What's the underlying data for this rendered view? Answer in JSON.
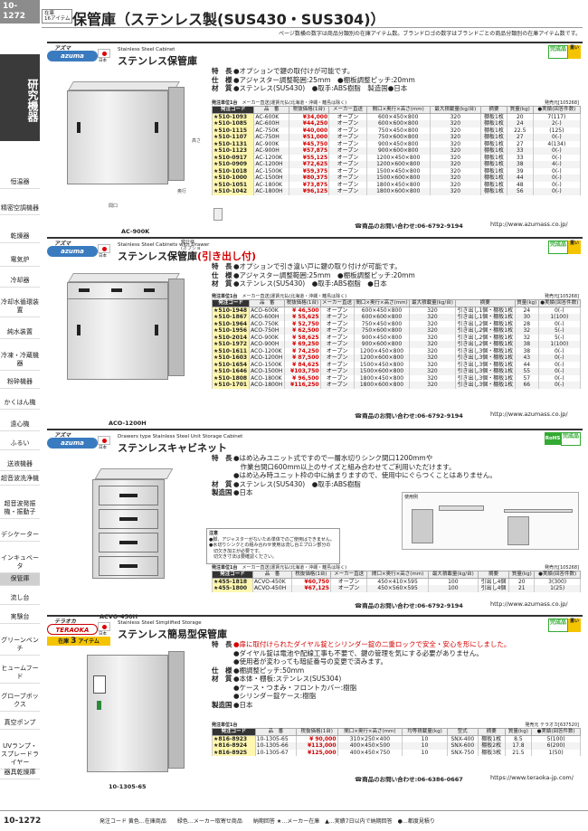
{
  "page": {
    "tab": "10-1272",
    "badge_line1": "在庫",
    "badge_line2": "16アイテム",
    "title": "保管庫（ステンレス製(SUS430・SUS304)）",
    "note": "ページ数横の数字は商品分類別の在庫アイテム数。ブランドロゴの数字はブランドごとの商品分類別の在庫アイテム数です。"
  },
  "sidebar": {
    "main": "研究機器",
    "items": [
      "恒温器",
      "精密空調機器",
      "乾燥器",
      "電気炉",
      "冷却器",
      "冷却水循環装置",
      "純水装置",
      "冷凍・冷蔵機器",
      "粉砕機器",
      "かくはん機",
      "遠心機",
      "ふるい",
      "送液機器",
      "超音波洗浄機",
      "超音波発振機・振動子",
      "デシケーター",
      "インキュベータ",
      "保管庫",
      "流し台",
      "実験台",
      "グリーンベンチ",
      "ヒュームフード",
      "グローブボックス",
      "真空ポンプ",
      "UVランプ・スプレードライヤー",
      "器具乾燥庫"
    ]
  },
  "sec1": {
    "maker": "アズマ",
    "logo": "azuma",
    "flag_label": "日本",
    "eng": "Stainless Steel Cabinet",
    "name": "ステンレス保管庫",
    "kansei": "完成品",
    "heavy": "重い",
    "model": "AC-900K",
    "dim_w": "間口",
    "dim_d": "奥行",
    "dim_h": "高さ",
    "key_label": "鍵仕様",
    "key_sub": "(オプション)",
    "specs": [
      [
        "特　長",
        "●オプションで鍵の取付けが可能です。"
      ],
      [
        "仕　様",
        "●アジャスター調整範囲:25mm　●棚板調整ピッチ:20mm"
      ],
      [
        "材　質",
        "●ステンレス(SUS430)　●取手:ABS樹脂　製造国●日本"
      ]
    ],
    "unit": "発注単位1台",
    "maker_price": "メーカー直送",
    "delivery": "運賃元払",
    "delivery_note": "(北海道・沖縄・離島は除く)",
    "dealer": "発売元[105268]",
    "cols": [
      "発注コード",
      "品　番",
      "税抜価格(1台)",
      "メーカー直送",
      "間口×奥行×高さ(mm)",
      "最大積載量(kg/台)",
      "摘要",
      "質量(kg)",
      "●実績(回答件数)"
    ],
    "rows": [
      [
        "510-1093",
        "AC-600K",
        "¥34,000",
        "オープン",
        "600×450×800",
        "320",
        "棚板1枚",
        "20",
        "7(117)"
      ],
      [
        "510-1085",
        "AC-600H",
        "¥44,250",
        "オープン",
        "600×600×800",
        "320",
        "棚板1枚",
        "24",
        "2(-)"
      ],
      [
        "510-1115",
        "AC-750K",
        "¥40,000",
        "オープン",
        "750×450×800",
        "320",
        "棚板1枚",
        "22.5",
        "(125)"
      ],
      [
        "510-1107",
        "AC-750H",
        "¥51,000",
        "オープン",
        "750×600×800",
        "320",
        "棚板1枚",
        "27",
        "0(-)"
      ],
      [
        "510-1131",
        "AC-900K",
        "¥45,750",
        "オープン",
        "900×450×800",
        "320",
        "棚板1枚",
        "27",
        "4(134)"
      ],
      [
        "510-1123",
        "AC-900H",
        "¥57,875",
        "オープン",
        "900×600×800",
        "320",
        "棚板1枚",
        "33",
        "0(-)"
      ],
      [
        "510-0917",
        "AC-1200K",
        "¥55,125",
        "オープン",
        "1200×450×800",
        "320",
        "棚板1枚",
        "33",
        "0(-)"
      ],
      [
        "510-0909",
        "AC-1200H",
        "¥72,625",
        "オープン",
        "1200×600×800",
        "320",
        "棚板1枚",
        "38",
        "4(-)"
      ],
      [
        "510-1018",
        "AC-1500K",
        "¥59,375",
        "オープン",
        "1500×450×800",
        "320",
        "棚板1枚",
        "39",
        "0(-)"
      ],
      [
        "510-1000",
        "AC-1500H",
        "¥80,375",
        "オープン",
        "1500×600×800",
        "320",
        "棚板1枚",
        "44",
        "0(-)"
      ],
      [
        "510-1051",
        "AC-1800K",
        "¥73,875",
        "オープン",
        "1800×450×800",
        "320",
        "棚板1枚",
        "48",
        "0(-)"
      ],
      [
        "510-1042",
        "AC-1800H",
        "¥96,125",
        "オープン",
        "1800×600×800",
        "320",
        "棚板1枚",
        "56",
        "0(-)"
      ]
    ],
    "phone": "☎商品のお問い合わせ:06-6792-9194",
    "url": "http://www.azumass.co.jp/"
  },
  "sec2": {
    "maker": "アズマ",
    "logo": "azuma",
    "flag_label": "日本",
    "eng": "Stainless Steel Cabinets with Drawer",
    "name_a": "ステンレス保管庫",
    "name_b": "(引き出し付)",
    "kansei": "完成品",
    "heavy": "重い",
    "model": "ACO-1200H",
    "specs": [
      [
        "特　長",
        "●オプションで引き違い戸に鍵の取り付けが可能です。"
      ],
      [
        "仕　様",
        "●アジャスター調整範囲:25mm　●棚板調整ピッチ:20mm"
      ],
      [
        "材　質",
        "●ステンレス(SUS430)　●取手:ABS樹脂　●日本"
      ]
    ],
    "unit": "発注単位1台",
    "maker_price": "メーカー直送",
    "delivery": "運賃元払",
    "delivery_note": "(北海道・沖縄・離島は除く)",
    "dealer": "発売元[105268]",
    "cols": [
      "発注コード",
      "品　番",
      "税抜価格(1台)",
      "メーカー直送",
      "間口×奥行×高さ(mm)",
      "最大積載量(kg/台)",
      "摘要",
      "質量(kg)",
      "●実績(回答件数)"
    ],
    "rows": [
      [
        "510-1948",
        "ACO-600K",
        "¥ 46,500",
        "オープン",
        "600×450×800",
        "320",
        "引き出し1個・棚板1枚",
        "24",
        "0(-)"
      ],
      [
        "510-1867",
        "ACO-600H",
        "¥ 55,625",
        "オープン",
        "600×600×800",
        "320",
        "引き出し1個・棚板1枚",
        "30",
        "1(100)"
      ],
      [
        "510-1964",
        "ACO-750K",
        "¥ 52,750",
        "オープン",
        "750×450×800",
        "320",
        "引き出し2個・棚板1枚",
        "28",
        "0(-)"
      ],
      [
        "510-1956",
        "ACO-750H",
        "¥ 62,500",
        "オープン",
        "750×600×800",
        "320",
        "引き出し2個・棚板1枚",
        "32",
        "5(-)"
      ],
      [
        "510-2014",
        "ACO-900K",
        "¥ 58,625",
        "オープン",
        "900×450×800",
        "320",
        "引き出し2個・棚板1枚",
        "32",
        "5(-)"
      ],
      [
        "510-1972",
        "ACO-900H",
        "¥ 69,250",
        "オープン",
        "900×600×800",
        "320",
        "引き出し2個・棚板1枚",
        "38",
        "1(100)"
      ],
      [
        "510-1611",
        "ACO-1200K",
        "¥ 74,250",
        "オープン",
        "1200×450×800",
        "320",
        "引き出し3個・棚板1枚",
        "38",
        "0(-)"
      ],
      [
        "510-1603",
        "ACO-1200H",
        "¥ 87,500",
        "オープン",
        "1200×600×800",
        "320",
        "引き出し3個・棚板1枚",
        "43",
        "0(-)"
      ],
      [
        "510-1654",
        "ACO-1500K",
        "¥ 84,625",
        "オープン",
        "1500×450×800",
        "320",
        "引き出し3個・棚板1枚",
        "44",
        "0(-)"
      ],
      [
        "510-1646",
        "ACO-1500H",
        "¥103,750",
        "オープン",
        "1500×600×800",
        "320",
        "引き出し3個・棚板1枚",
        "55",
        "0(-)"
      ],
      [
        "510-1808",
        "ACO-1800K",
        "¥ 96,500",
        "オープン",
        "1800×450×800",
        "320",
        "引き出し3個・棚板1枚",
        "57",
        "0(-)"
      ],
      [
        "510-1701",
        "ACO-1800H",
        "¥116,250",
        "オープン",
        "1800×600×800",
        "320",
        "引き出し3個・棚板1枚",
        "66",
        "0(-)"
      ]
    ],
    "phone": "☎商品のお問い合わせ:06-6792-9194",
    "url": "http://www.azumass.co.jp/"
  },
  "sec3": {
    "maker": "アズマ",
    "logo": "azuma",
    "flag_label": "日本",
    "eng": "Drawers type Stainless Steel Unit Storage Cabinet",
    "name": "ステンレスキャビネット",
    "rohs": "RoHS",
    "kansei": "完成品",
    "model": "ACVO-450H",
    "specs": [
      [
        "特　長",
        "●はめ込みユニット式ですので一層水切りシンク間口1200mmや"
      ],
      [
        "",
        "　作業台間口600mm以上のサイズと組み合わせてご利用いただけます。"
      ],
      [
        "",
        "●はめ込み時ユニット枠の中に納まりますので、使用中にぐらつくことはありません。"
      ],
      [
        "材　質",
        "●ステンレス(SUS430)　●取手:ABS樹脂"
      ],
      [
        "製造国",
        "●日本"
      ]
    ],
    "usage_label": "使用例",
    "caution": [
      "注意",
      "●脚、アジャスターがないため単体でのご使用はできません。",
      "●水切りシンクとの組み合わせ使用は流し台エプロン部分の",
      "　切欠き加工が必要です。",
      "　切欠き寸法は要確認ください。"
    ],
    "unit": "発注単位1台",
    "maker_price": "メーカー直送",
    "delivery": "運賃元払",
    "delivery_note": "(北海道・沖縄・離島は除く)",
    "dealer": "発売元[105268]",
    "cols": [
      "発注コード",
      "品　番",
      "税抜価格(1台)",
      "メーカー直送",
      "間口×奥行×高さ(mm)",
      "最大積載量(kg/台)",
      "摘要",
      "質量(kg)",
      "●実績(回答件数)"
    ],
    "rows": [
      [
        "455-1818",
        "ACVO-450K",
        "¥60,750",
        "オープン",
        "450×410×595",
        "100",
        "引出し4個",
        "20",
        "3(300)"
      ],
      [
        "455-1800",
        "ACVO-450H",
        "¥67,125",
        "オープン",
        "450×560×595",
        "100",
        "引出し4個",
        "21",
        "1(25)"
      ]
    ],
    "phone": "☎商品のお問い合わせ:06-6792-9194",
    "url": "http://www.azumass.co.jp/"
  },
  "sec4": {
    "maker": "テラオカ",
    "logo": "TERAOKA",
    "flag_label": "日本",
    "eng": "Stainless Steel Simplified Storage",
    "name": "ステンレス簡易型保管庫",
    "stock_label": "在庫",
    "stock_num": "3",
    "stock_unit": "アイテム",
    "kansei": "完成品",
    "heavy": "重い",
    "model": "10-1305-65",
    "specs": [
      [
        "特　長",
        "●扉に取付けられたダイヤル錠とシリンダー錠の二重ロックで安全・安心を形にしました。"
      ],
      [
        "",
        "●ダイヤル錠は電池や配線工事も不要で、鍵の管理を気にする必要がありません。"
      ],
      [
        "",
        "●使用者が変わっても暗証番号の変更で済みます。"
      ],
      [
        "仕　様",
        "●棚調整ピッチ:50mm"
      ],
      [
        "材　質",
        "●本体・棚板:ステンレス(SUS304)"
      ],
      [
        "",
        "●ケース・つまみ・フロントカバー:樹脂"
      ],
      [
        "",
        "●シリンダー錠ケース:樹脂"
      ],
      [
        "製造国",
        "●日本"
      ]
    ],
    "unit": "発注単位1台",
    "dealer": "発売元 テラオカ[637520]",
    "cols": [
      "発注コード",
      "品　番",
      "税抜価格(1台)",
      "間口×奥行×高さ(mm)",
      "均等積載量(kg)",
      "型式",
      "摘要",
      "質量(kg)",
      "●実績(回答件数)"
    ],
    "rows": [
      [
        "816-8923",
        "10-1305-65",
        "¥ 90,000",
        "310×250×400",
        "10",
        "SNX-400",
        "棚板1枚",
        "8.5",
        "5(100)"
      ],
      [
        "816-8924",
        "10-1305-66",
        "¥113,000",
        "400×450×500",
        "10",
        "SNX-600",
        "棚板2枚",
        "17.8",
        "6(200)"
      ],
      [
        "816-8925",
        "10-1305-67",
        "¥125,000",
        "400×450×750",
        "10",
        "SNX-750",
        "棚板3枚",
        "21.5",
        "1(50)"
      ]
    ],
    "phone": "☎商品のお問い合わせ:06-6386-0667",
    "url": "https://www.teraoka-jp.com/"
  },
  "footer": {
    "page": "10-1272",
    "legend": "発注コード 黄色…在庫商品　　緑色…メーカー取寄せ商品　　納期回答 ★…メーカー在庫　▲…実績7日以内で納期回答　●…都度見積り"
  }
}
